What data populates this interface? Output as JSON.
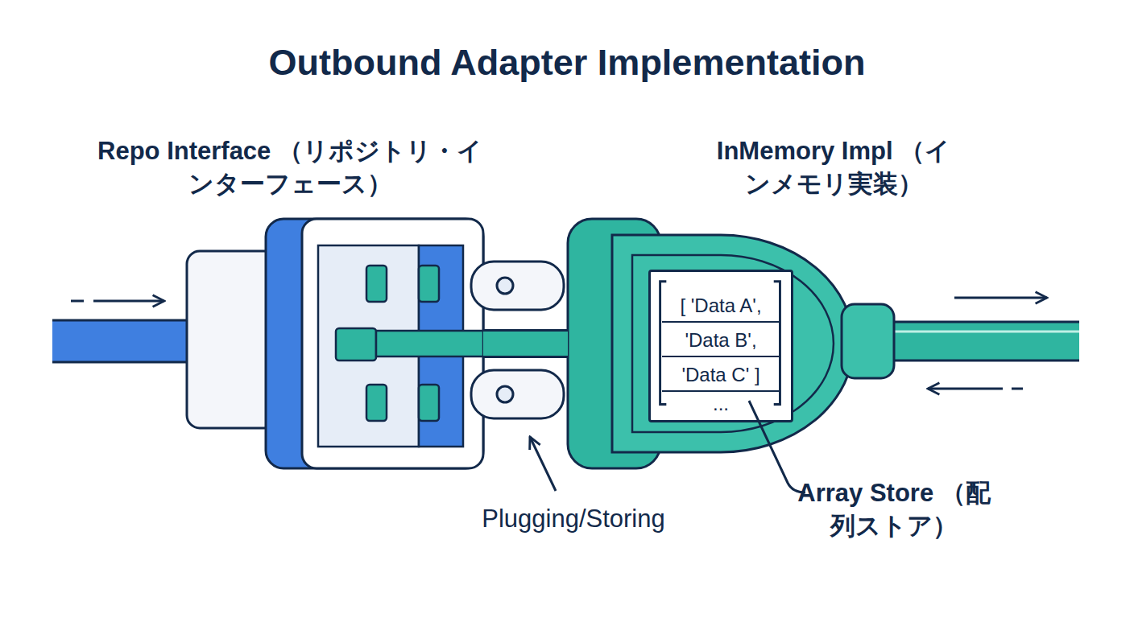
{
  "diagram": {
    "title": "Outbound Adapter Implementation",
    "nodes": [
      {
        "text": [
          "Repo Interface （リポジトリ・インターフェース）"
        ]
      },
      {
        "text": [
          "InMemory Impl （インメモリ実装）"
        ]
      },
      {
        "text": [
          "[ 'Data A',",
          "'Data B',",
          "'Data C' ]",
          "..."
        ],
        "in": 1
      }
    ],
    "edges": [
      {
        "from": 1,
        "to": 0,
        "arrow": "none"
      }
    ],
    "labels": [
      "Plugging/Storing",
      "Array Store （配列ストア）"
    ]
  }
}
